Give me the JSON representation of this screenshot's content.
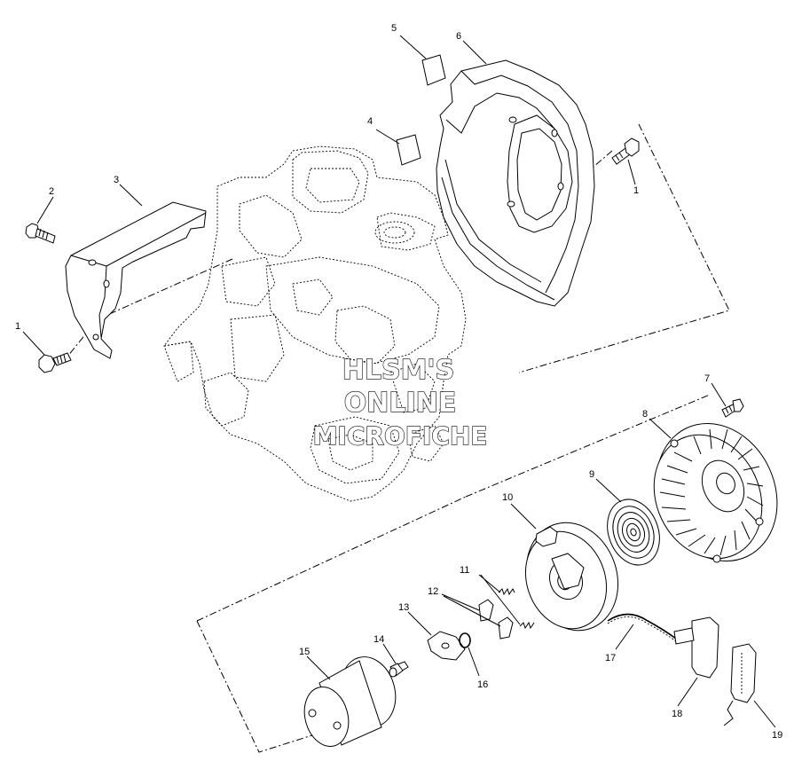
{
  "watermark": {
    "line1": "HLSM'S",
    "line2": "ONLINE",
    "line3": "MICROFICHE"
  },
  "callouts": [
    {
      "id": "c1a",
      "label": "1"
    },
    {
      "id": "c1b",
      "label": "1"
    },
    {
      "id": "c2",
      "label": "2"
    },
    {
      "id": "c3",
      "label": "3"
    },
    {
      "id": "c4",
      "label": "4"
    },
    {
      "id": "c5",
      "label": "5"
    },
    {
      "id": "c6",
      "label": "6"
    },
    {
      "id": "c7",
      "label": "7"
    },
    {
      "id": "c8",
      "label": "8"
    },
    {
      "id": "c9",
      "label": "9"
    },
    {
      "id": "c10",
      "label": "10"
    },
    {
      "id": "c11",
      "label": "11"
    },
    {
      "id": "c12",
      "label": "12"
    },
    {
      "id": "c13",
      "label": "13"
    },
    {
      "id": "c14",
      "label": "14"
    },
    {
      "id": "c15",
      "label": "15"
    },
    {
      "id": "c16",
      "label": "16"
    },
    {
      "id": "c17",
      "label": "17"
    },
    {
      "id": "c18",
      "label": "18"
    },
    {
      "id": "c19",
      "label": "19"
    }
  ]
}
